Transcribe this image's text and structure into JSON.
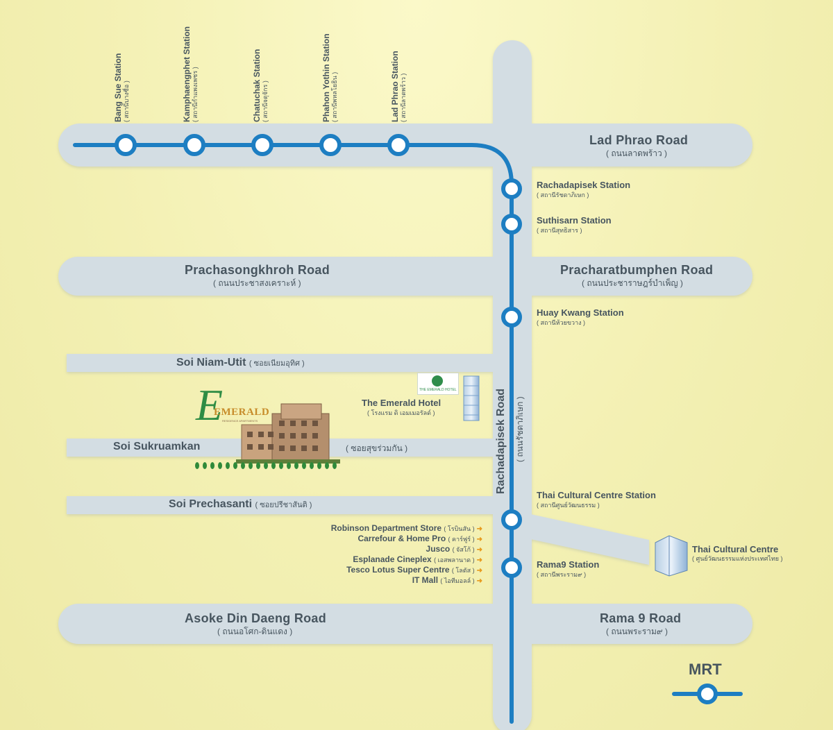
{
  "roads": {
    "lad_phrao": {
      "name": "Lad Phrao Road",
      "thai": "( ถนนลาดพร้าว )"
    },
    "prachasongkhroh": {
      "name": "Prachasongkhroh Road",
      "thai": "( ถนนประชาสงเคราะห์ )"
    },
    "pracharatbumphen": {
      "name": "Pracharatbumphen Road",
      "thai": "( ถนนประชาราษฎร์บำเพ็ญ )"
    },
    "soi_niam": {
      "name": "Soi Niam-Utit",
      "thai": "( ซอยเนียมอุทิศ )"
    },
    "soi_sukruamkan": {
      "name": "Soi Sukruamkan",
      "thai": "( ซอยสุขร่วมกัน )"
    },
    "soi_prechasanti": {
      "name": "Soi Prechasanti",
      "thai": "( ซอยปรีชาสันติ )"
    },
    "asoke": {
      "name": "Asoke Din Daeng Road",
      "thai": "( ถนนอโศก-ดินแดง )"
    },
    "rama9": {
      "name": "Rama 9 Road",
      "thai": "( ถนนพระราม๙ )"
    },
    "rachadapisek": {
      "name": "Rachadapisek Road",
      "thai": "( ถนนรัชดาภิเษก )"
    }
  },
  "top_stations": [
    {
      "name": "Bang Sue Station",
      "thai": "( สถานีบางซื่อ )"
    },
    {
      "name": "Kamphaengphet Station",
      "thai": "( สถานีกำแพงเพชร )"
    },
    {
      "name": "Chatuchak Station",
      "thai": "( สถานีจตุจักร )"
    },
    {
      "name": "Phahon Yothin Station",
      "thai": "( สถานีพหลโยธิน )"
    },
    {
      "name": "Lad Phrao Station",
      "thai": "( สถานีลาดพร้าว )"
    }
  ],
  "right_stations": [
    {
      "name": "Rachadapisek Station",
      "thai": "( สถานีรัชดาภิเษก )"
    },
    {
      "name": "Suthisarn Station",
      "thai": "( สถานีสุทธิสาร )"
    },
    {
      "name": "Huay Kwang Station",
      "thai": "( สถานีห้วยขวาง )"
    },
    {
      "name": "Thai Cultural Centre Station",
      "thai": "( สถานีศูนย์วัฒนธรรม )"
    },
    {
      "name": "Rama9  Station",
      "thai": "( สถานีพระราม๙ )"
    }
  ],
  "landmarks": {
    "hotel": {
      "name": "The Emerald Hotel",
      "thai": "( โรงแรม ดิ เอมเมอรัลด์ )"
    },
    "cultural": {
      "name": "Thai Cultural Centre",
      "thai": "( ศูนย์วัฒนธรรมแห่งประเทศไทย )"
    },
    "brand": {
      "logo_text": "EMERALD",
      "logo_sub": "RESIDENCE APARTMENTS",
      "hotel_sign": "THE EMERALD HOTEL"
    }
  },
  "malls": [
    {
      "name": "Robinson Department Store",
      "thai": "( โรบินสัน )"
    },
    {
      "name": "Carrefour & Home Pro",
      "thai": "( คาร์ฟูร์ )"
    },
    {
      "name": "Jusco",
      "thai": "( จัสโก้ )"
    },
    {
      "name": "Esplanade Cineplex",
      "thai": "( เอสพลานาด )"
    },
    {
      "name": "Tesco Lotus Super Centre",
      "thai": "( โลตัส )"
    },
    {
      "name": "IT Mall",
      "thai": "( ไอทีมอลล์ )"
    }
  ],
  "legend": {
    "label": "MRT"
  },
  "colors": {
    "road": "#d3dde3",
    "road_edge": "#c0ccd4",
    "line": "#1d7ec2",
    "text": "#47555f",
    "arrow": "#e79a1c"
  }
}
